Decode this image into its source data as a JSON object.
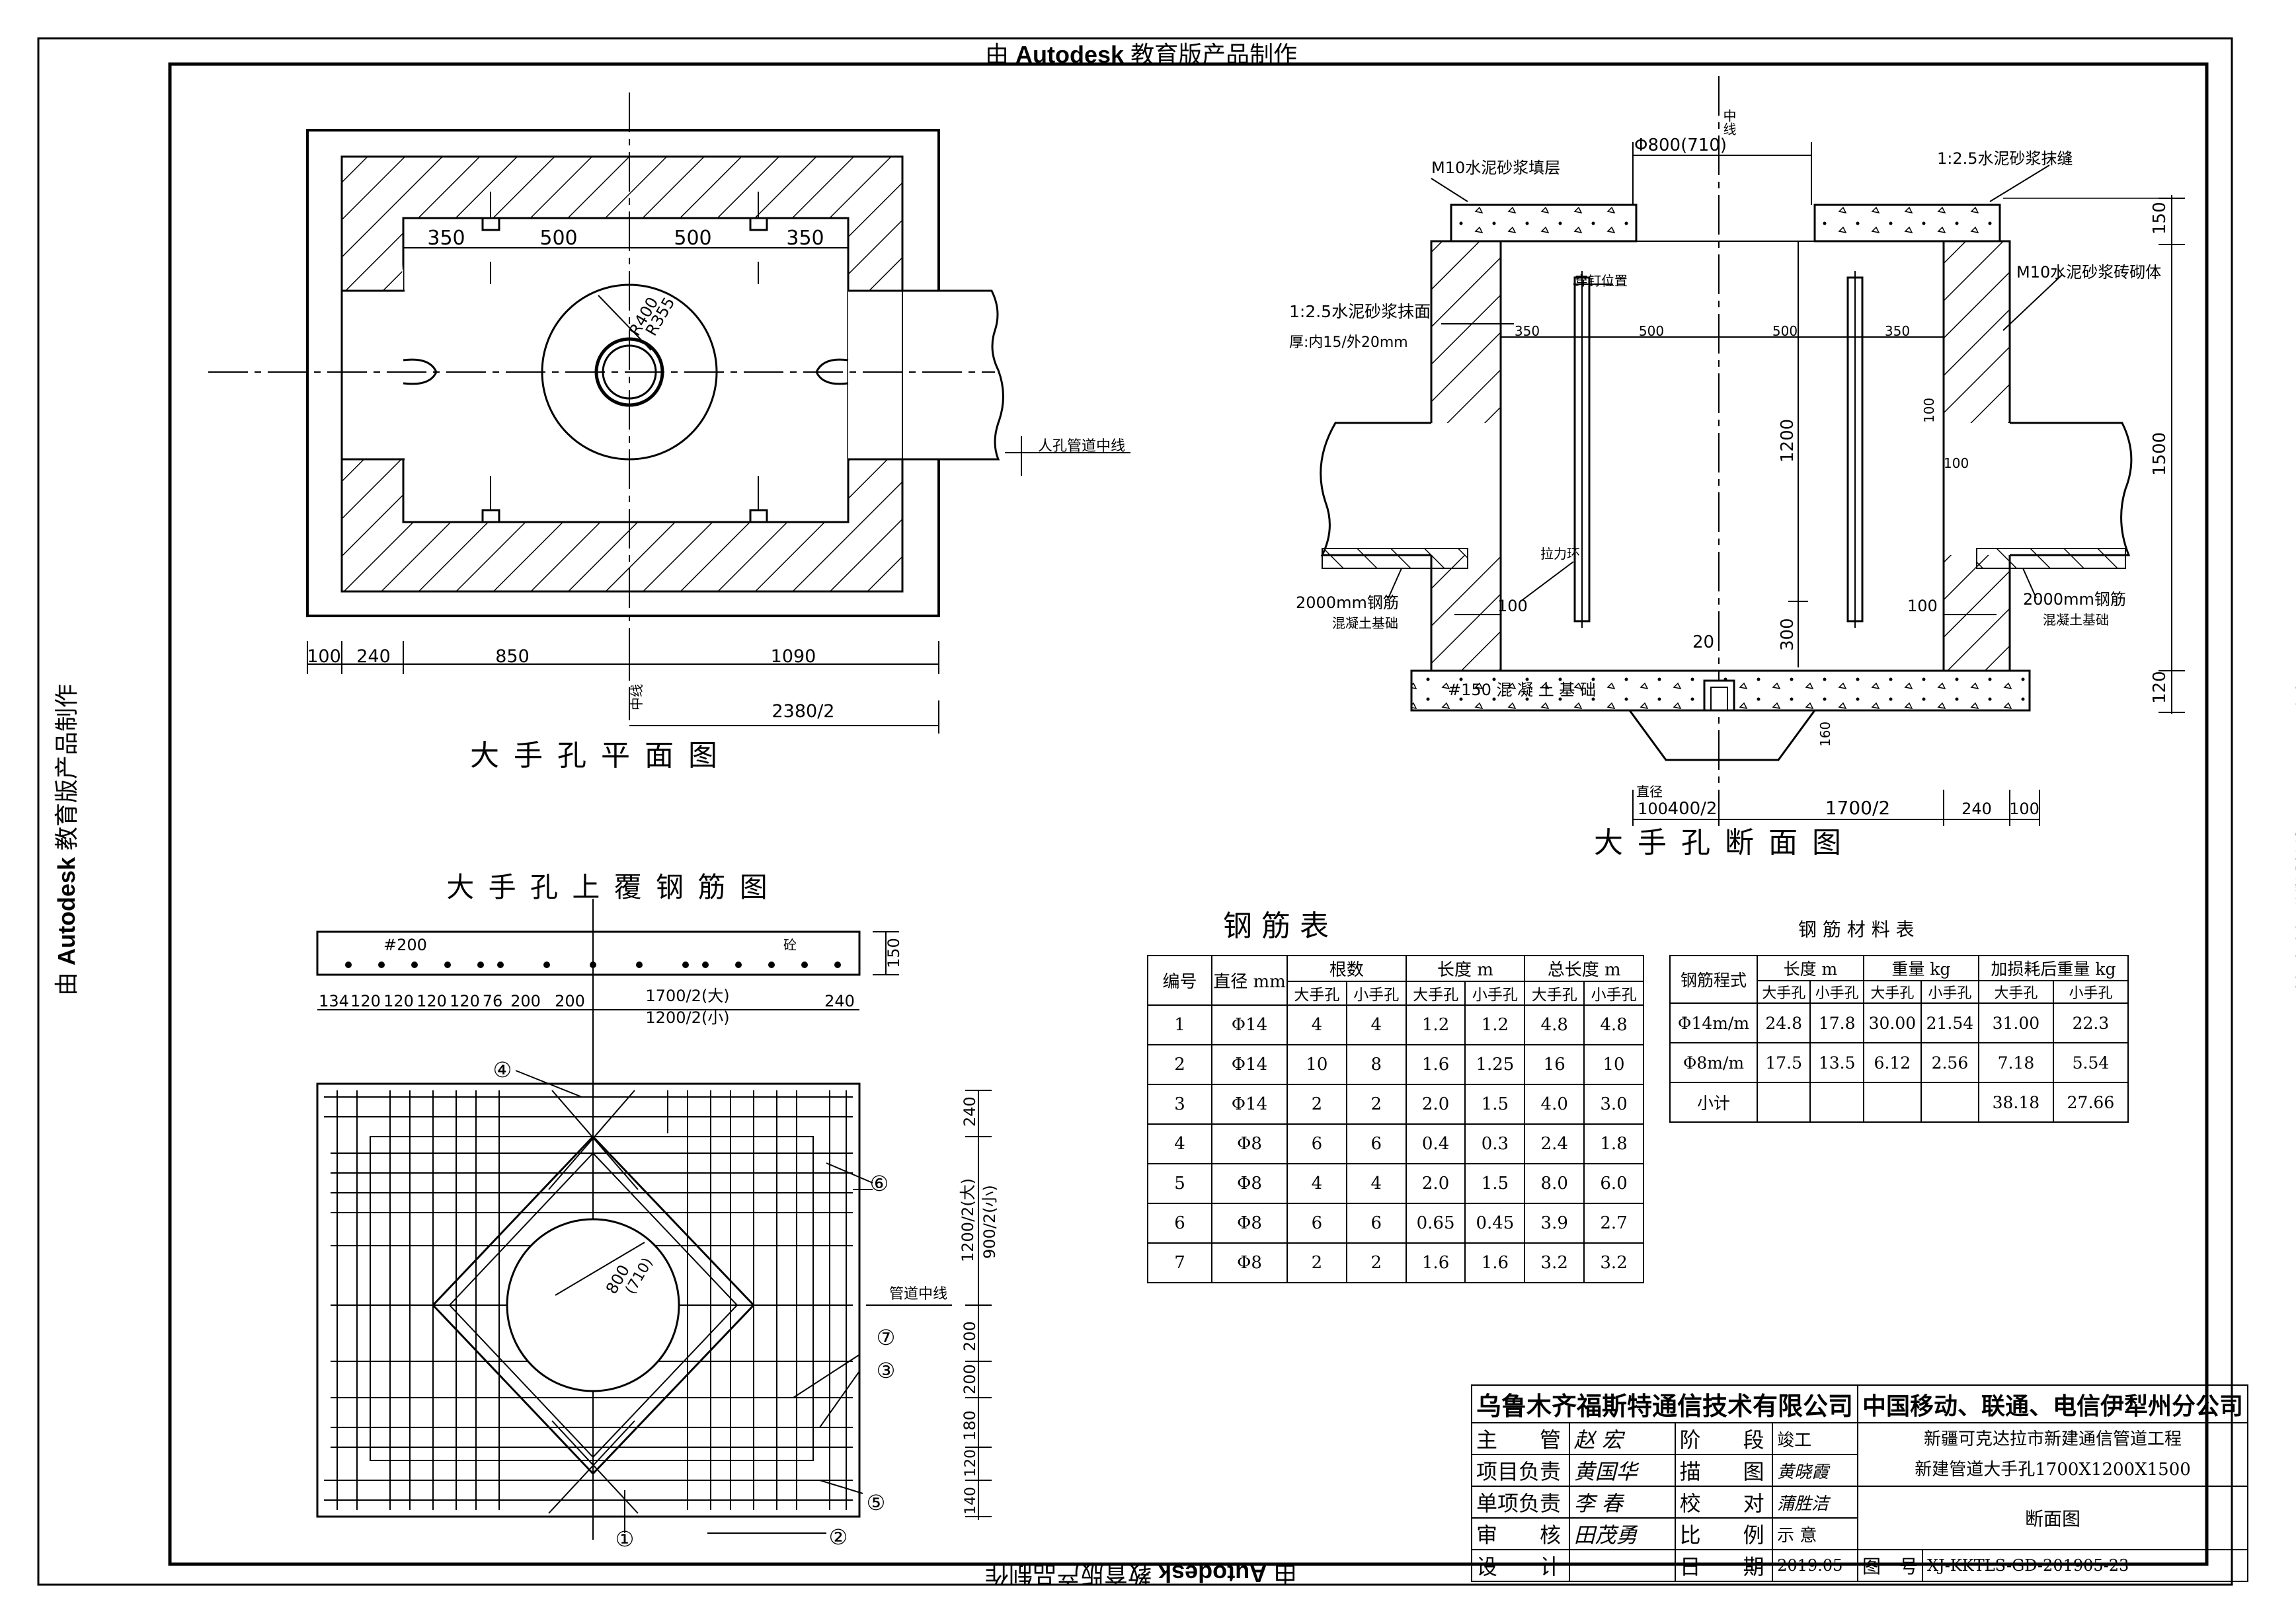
{
  "watermark": {
    "prefix": "由",
    "brand": "Autodesk",
    "suffix": "教育版产品制作"
  },
  "plan_view": {
    "title": "大 手 孔 平 面 图",
    "dims_top": [
      "350",
      "500",
      "500",
      "350"
    ],
    "dims_bottom": [
      "100",
      "240",
      "850",
      "1090"
    ],
    "radius_outer": "R400",
    "radius_inner": "R355",
    "centerline_label": "中线",
    "half_width": "2380/2",
    "pipe_label": "人孔管道中线"
  },
  "section_view": {
    "title": "大 手 孔 断 面 图",
    "center_label": "中线",
    "cover_dia": "Φ800(710)",
    "mortar_top_left": "M10水泥砂浆填层",
    "mortar_top_right": "1:2.5水泥砂浆抹缝",
    "plaster_label": "1:2.5水泥砂浆抹面",
    "plaster_thick": "厚:内15/外20mm",
    "wall_label": "M10水泥砂浆砖砌体",
    "nail_label": "穿钉位置",
    "ring_label": "拉力环",
    "rebar_left": "2000mm钢筋",
    "rebar_right": "2000mm钢筋",
    "base_left": "混凝土基础",
    "base_right": "混凝土基础",
    "foundation": "#150 混 凝 土 基 础",
    "inner_dims": [
      "350",
      "500",
      "500",
      "350"
    ],
    "h1200": "1200",
    "h300": "300",
    "h100a": "100",
    "h100b": "100",
    "d100l": "100",
    "d100r": "100",
    "d20": "20",
    "d160": "160",
    "right_dims": [
      "150",
      "1500",
      "120"
    ],
    "sump_label": "直径",
    "bottom_dims": [
      "100",
      "400/2",
      "1700/2",
      "240",
      "100"
    ]
  },
  "rebar_view": {
    "title": "大 手 孔 上 覆 钢 筋 图",
    "slab_label": "#200",
    "slab_right": "砼",
    "slab_h": "150",
    "dims_top": [
      "134",
      "120",
      "120",
      "120",
      "120",
      "76",
      "200",
      "200",
      "1700/2(大)",
      "240"
    ],
    "dim_small": "1200/2(小)",
    "opening_dia": "800",
    "opening_dia2": "(710)",
    "right_dims": [
      "240",
      "1200/2(大)",
      "900/2(小)",
      "200",
      "200",
      "180",
      "120",
      "140"
    ],
    "pipe_label": "管道中线",
    "markers": [
      "①",
      "②",
      "③",
      "④",
      "⑤",
      "⑥",
      "⑦"
    ]
  },
  "rebar_table": {
    "caption": "钢          筋          表",
    "head1": [
      "编号",
      "直径 mm",
      "根数",
      "长度 m",
      "总长度 m"
    ],
    "head2": [
      "大手孔",
      "小手孔",
      "大手孔",
      "小手孔",
      "大手孔",
      "小手孔"
    ],
    "rows": [
      [
        "1",
        "Φ14",
        "4",
        "4",
        "1.2",
        "1.2",
        "4.8",
        "4.8"
      ],
      [
        "2",
        "Φ14",
        "10",
        "8",
        "1.6",
        "1.25",
        "16",
        "10"
      ],
      [
        "3",
        "Φ14",
        "2",
        "2",
        "2.0",
        "1.5",
        "4.0",
        "3.0"
      ],
      [
        "4",
        "Φ8",
        "6",
        "6",
        "0.4",
        "0.3",
        "2.4",
        "1.8"
      ],
      [
        "5",
        "Φ8",
        "4",
        "4",
        "2.0",
        "1.5",
        "8.0",
        "6.0"
      ],
      [
        "6",
        "Φ8",
        "6",
        "6",
        "0.65",
        "0.45",
        "3.9",
        "2.7"
      ],
      [
        "7",
        "Φ8",
        "2",
        "2",
        "1.6",
        "1.6",
        "3.2",
        "3.2"
      ]
    ]
  },
  "material_table": {
    "caption": "钢     筋     材     料     表",
    "head1": [
      "钢筋程式",
      "长度 m",
      "重量 kg",
      "加损耗后重量 kg"
    ],
    "head2": [
      "大手孔",
      "小手孔",
      "大手孔",
      "小手孔",
      "大手孔",
      "小手孔"
    ],
    "rows": [
      [
        "Φ14m/m",
        "24.8",
        "17.8",
        "30.00",
        "21.54",
        "31.00",
        "22.3"
      ],
      [
        "Φ8m/m",
        "17.5",
        "13.5",
        "6.12",
        "2.56",
        "7.18",
        "5.54"
      ],
      [
        "小计",
        "",
        "",
        "",
        "",
        "38.18",
        "27.66"
      ]
    ]
  },
  "title_block": {
    "company": "乌鲁木齐福斯特通信技术有限公司",
    "client": "中国移动、联通、电信伊犁州分公司",
    "rows": [
      {
        "role": "主　　管",
        "name": "赵 宏",
        "role2": "阶　　段",
        "val2": "竣工"
      },
      {
        "role": "项目负责",
        "name": "黄国华",
        "role2": "描　　图",
        "val2": "黄晓霞"
      },
      {
        "role": "单项负责",
        "name": "李 春",
        "role2": "校　　对",
        "val2": "蒲胜洁"
      },
      {
        "role": "审　　核",
        "name": "田茂勇",
        "role2": "比　　例",
        "val2": "示 意"
      },
      {
        "role": "设　　计",
        "name": "",
        "role2": "日　　期",
        "val2": "2019.05"
      }
    ],
    "project_line1": "新疆可克达拉市新建通信管道工程",
    "project_line2": "新建管道大手孔1700X1200X1500",
    "drawing_name": "断面图",
    "drawing_no_label": "图　号",
    "drawing_no": "XJ-KKTLS-GD-201905-23"
  }
}
